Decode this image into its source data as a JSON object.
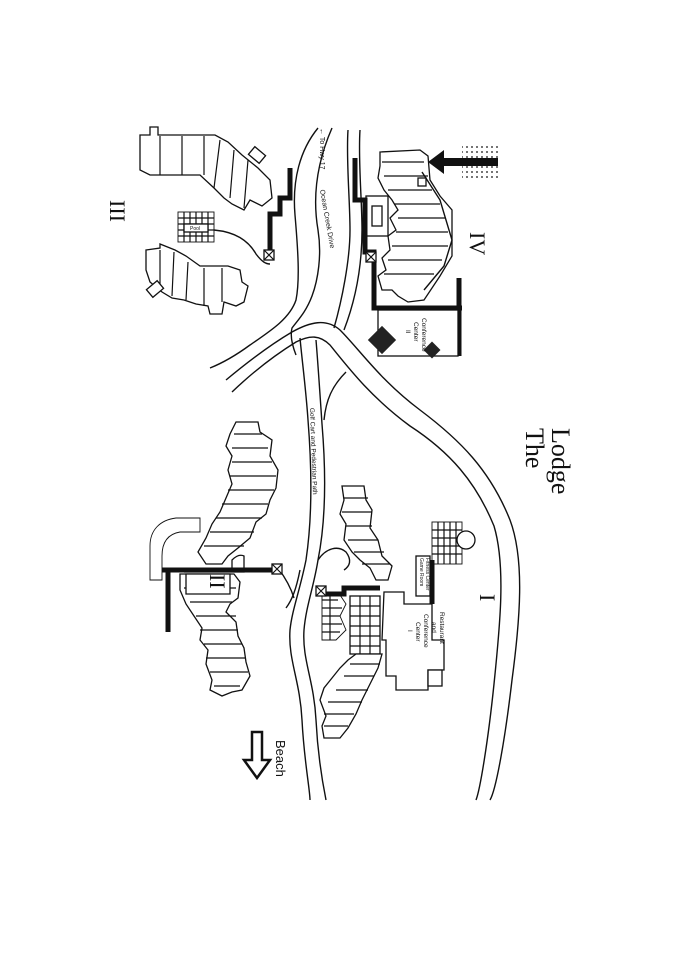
{
  "map": {
    "title": "The Lodge",
    "sections": [
      {
        "id": "I",
        "label": "I"
      },
      {
        "id": "II",
        "label": "II"
      },
      {
        "id": "III",
        "label": "III"
      },
      {
        "id": "IV",
        "label": "IV"
      }
    ],
    "roads": {
      "highway_label": "← To Hwy 17",
      "drive_label": "Ocean Creek Drive",
      "path_label": "Golf Cart and Pedestrian Path"
    },
    "facilities": {
      "conference_center_2": [
        "Conference",
        "Center",
        "II"
      ],
      "conference_center_1": [
        "Restaurant",
        "and",
        "Conference",
        "Center",
        "I"
      ],
      "fitness_center": [
        "Fitness Center",
        "Game Room"
      ],
      "pool_label": "Pool"
    },
    "directions": {
      "beach_label": "Beach"
    },
    "colors": {
      "ink": "#111111",
      "paper": "#ffffff"
    }
  }
}
